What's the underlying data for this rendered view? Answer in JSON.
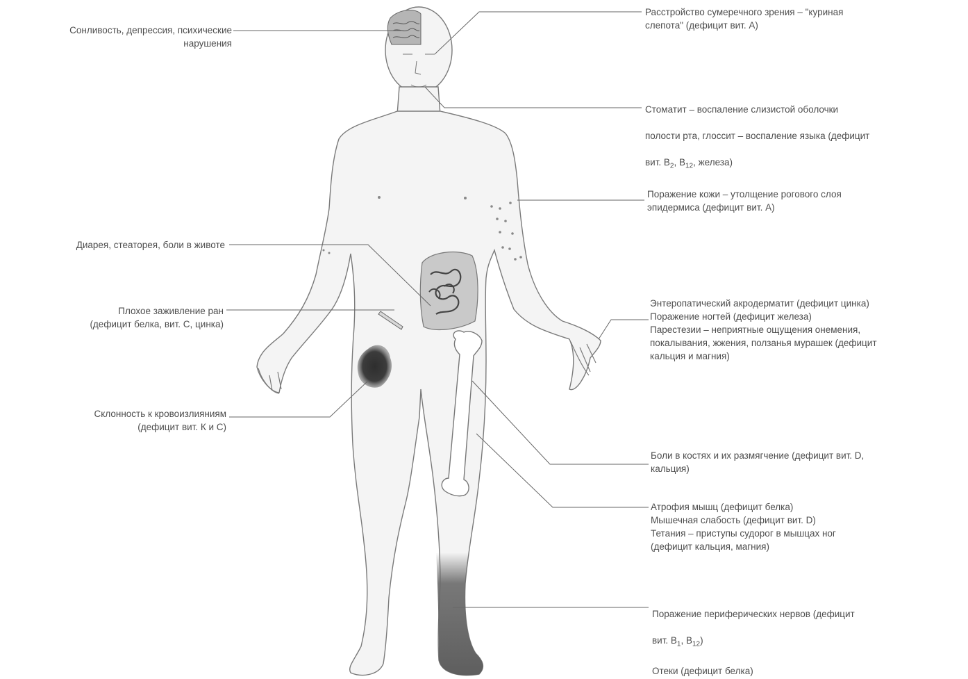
{
  "labels": {
    "sleep": "Сонливость, депрессия, психические\nнарушения",
    "night_blind": "Расстройство сумеречного зрения – \"куриная\nслепота\" (дефицит вит. А)",
    "stomatitis_l1": "Стоматит – воспаление слизистой оболочки",
    "stomatitis_l2": "полости рта, глоссит – воспаление языка (дефицит",
    "stomatitis_l3a": "вит. B",
    "stomatitis_sub1": "2",
    "stomatitis_l3b": ", B",
    "stomatitis_sub2": "12",
    "stomatitis_l3c": ", железа)",
    "skin": "Поражение кожи – утолщение рогового слоя\nэпидермиса (дефицит вит. А)",
    "diarrhea": "Диарея, стеаторея, боли в животе",
    "wounds": "Плохое заживление ран\n(дефицит белка, вит. С, цинка)",
    "hands": "Энтеропатический акродерматит (дефицит цинка)\nПоражение ногтей (дефицит железа)\nПарестезии – неприятные ощущения онемения,\nпокалывания, жжения, ползанья мурашек (дефицит\nкальция и магния)",
    "bleeding": "Склонность к кровоизлияниям\n(дефицит вит. К и С)",
    "bones": "Боли в костях и их размягчение (дефицит вит. D,\nкальция)",
    "muscles": "Атрофия мышц (дефицит белка)\nМышечная слабость (дефицит вит. D)\nТетания – приступы судорог в мышцах ног\n(дефицит кальция, магния)",
    "nerves_l1": "Поражение периферических нервов (дефицит",
    "nerves_l2a": "вит. B",
    "nerves_sub1": "1",
    "nerves_l2b": ", B",
    "nerves_sub2": "12",
    "nerves_l2c": ")",
    "nerves_l3": "Отеки (дефицит белка)"
  }
}
